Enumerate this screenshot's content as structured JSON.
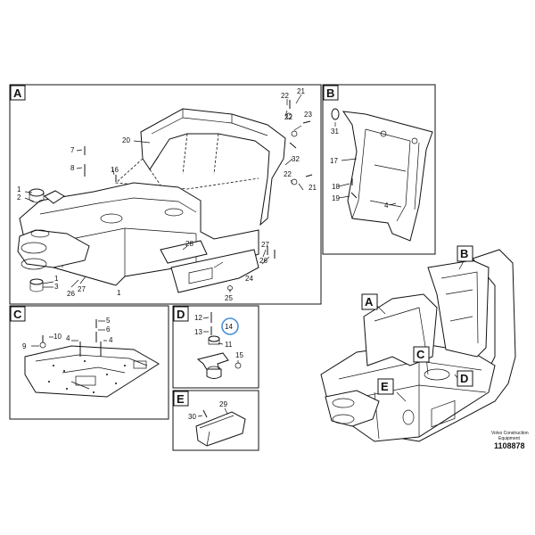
{
  "panels": {
    "a": {
      "label": "A"
    },
    "b": {
      "label": "B"
    },
    "c": {
      "label": "C"
    },
    "d": {
      "label": "D"
    },
    "e": {
      "label": "E"
    }
  },
  "overview_labels": {
    "a": "A",
    "b": "B",
    "c": "C",
    "d": "D",
    "e": "E"
  },
  "callouts": {
    "a": [
      "22",
      "21",
      "22",
      "23",
      "20",
      "7",
      "8",
      "16",
      "32",
      "22",
      "21",
      "1",
      "2",
      "28",
      "27",
      "26",
      "1",
      "3",
      "26",
      "27",
      "1",
      "25",
      "24"
    ],
    "b": [
      "31",
      "17",
      "18",
      "19",
      "4"
    ],
    "c": [
      "5",
      "6",
      "10",
      "4",
      "4",
      "9"
    ],
    "d": [
      "12",
      "14",
      "13",
      "11",
      "15"
    ],
    "e": [
      "29",
      "30"
    ]
  },
  "highlight": {
    "part": "14",
    "color": "#4a90d9"
  },
  "footer": {
    "brand_line1": "Volvo Construction",
    "brand_line2": "Equipment",
    "ref_no": "1108878"
  }
}
